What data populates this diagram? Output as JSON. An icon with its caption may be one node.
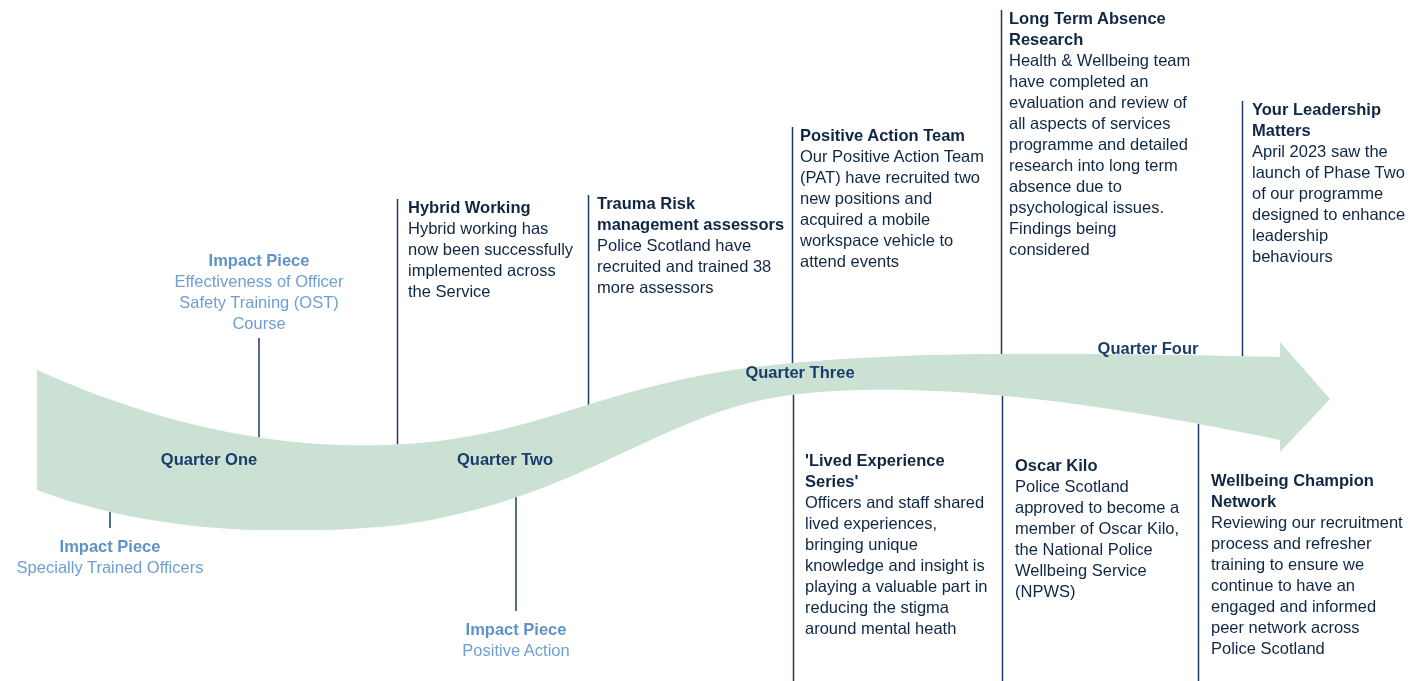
{
  "diagram": {
    "nodes": [
      {
        "text": [
          "Quarter One",
          "Quarter Two",
          "Quarter Three",
          "Quarter Four"
        ]
      },
      {
        "text": [
          "Impact Piece",
          "Effectiveness of Officer Safety Training (OST) Course"
        ]
      },
      {
        "text": [
          "Impact Piece",
          "Specially Trained Officers"
        ]
      },
      {
        "text": [
          "Hybrid Working",
          "Hybrid working has now been successfully implemented across the Service"
        ]
      },
      {
        "text": [
          "Trauma Risk management assessors",
          "Police Scotland have recruited and trained 38 more assessors"
        ]
      },
      {
        "text": [
          "Impact Piece",
          "Positive Action"
        ]
      },
      {
        "text": [
          "Positive Action Team",
          "Our Positive Action Team (PAT) have recruited two new positions and acquired a mobile workspace vehicle to attend events"
        ]
      },
      {
        "text": [
          "'Lived Experience Series'",
          "Officers and staff shared lived experiences, bringing unique knowledge and insight is playing a valuable part in reducing the stigma around mental heath"
        ]
      },
      {
        "text": [
          "Long Term Absence Research",
          "Health & Wellbeing team have completed an evaluation and review of all aspects of services programme and detailed research into long term absence due to psychological issues. Findings being considered"
        ]
      },
      {
        "text": [
          "Oscar Kilo",
          "Police Scotland approved to become a member of Oscar Kilo, the National Police Wellbeing Service (NPWS)"
        ]
      },
      {
        "text": [
          "Your Leadership Matters",
          "April 2023 saw the launch of Phase Two of our programme designed to enhance leadership behaviours"
        ]
      },
      {
        "text": [
          "Wellbeing Champion Network",
          "Reviewing our recruitment process and refresher training to ensure we continue to have an engaged and informed peer network across Police Scotland"
        ]
      }
    ],
    "edges": [
      {
        "from": 1,
        "to": 0,
        "arrow": "none"
      },
      {
        "from": 2,
        "to": 0,
        "arrow": "none"
      },
      {
        "from": 3,
        "to": 0,
        "arrow": "none"
      },
      {
        "from": 4,
        "to": 0,
        "arrow": "none"
      },
      {
        "from": 5,
        "to": 0,
        "arrow": "none"
      },
      {
        "from": 6,
        "to": 0,
        "arrow": "none"
      },
      {
        "from": 7,
        "to": 0,
        "arrow": "none"
      },
      {
        "from": 8,
        "to": 0,
        "arrow": "none"
      },
      {
        "from": 9,
        "to": 0,
        "arrow": "none"
      },
      {
        "from": 10,
        "to": 0,
        "arrow": "none"
      },
      {
        "from": 11,
        "to": 0,
        "arrow": "none"
      }
    ]
  }
}
